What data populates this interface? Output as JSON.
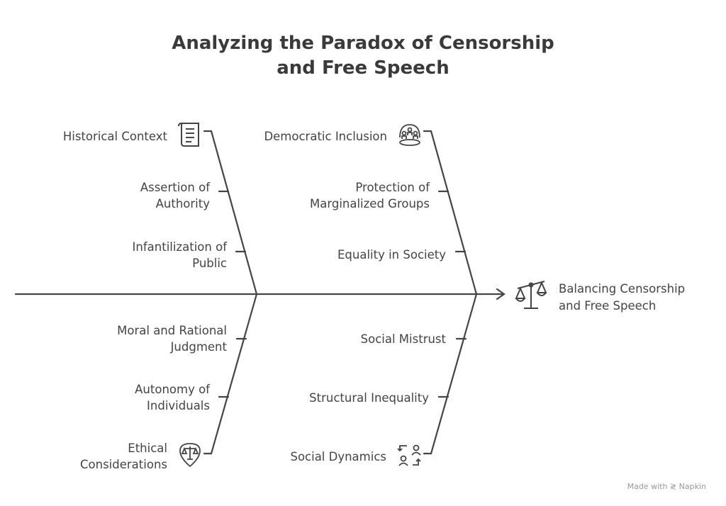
{
  "title": {
    "line1": "Analyzing the Paradox of Censorship",
    "line2": "and Free Speech"
  },
  "effect": {
    "line1": "Balancing Censorship",
    "line2": "and Free Speech",
    "icon": "scales-icon"
  },
  "causes": {
    "upper_left": [
      {
        "line1": "Historical Context",
        "icon": "scroll-icon"
      },
      {
        "line1": "Assertion of",
        "line2": "Authority"
      },
      {
        "line1": "Infantilization of",
        "line2": "Public"
      }
    ],
    "upper_right": [
      {
        "line1": "Democratic Inclusion",
        "icon": "group-icon"
      },
      {
        "line1": "Protection of",
        "line2": "Marginalized Groups"
      },
      {
        "line1": "Equality in Society"
      }
    ],
    "lower_left": [
      {
        "line1": "Moral and Rational",
        "line2": "Judgment"
      },
      {
        "line1": "Autonomy of",
        "line2": "Individuals"
      },
      {
        "line1": "Ethical",
        "line2": "Considerations",
        "icon": "ethics-scales-icon"
      }
    ],
    "lower_right": [
      {
        "line1": "Social Mistrust"
      },
      {
        "line1": "Structural Inequality"
      },
      {
        "line1": "Social Dynamics",
        "icon": "exchange-people-icon"
      }
    ]
  },
  "footer": {
    "label": "Made with",
    "brand": "Napkin"
  }
}
